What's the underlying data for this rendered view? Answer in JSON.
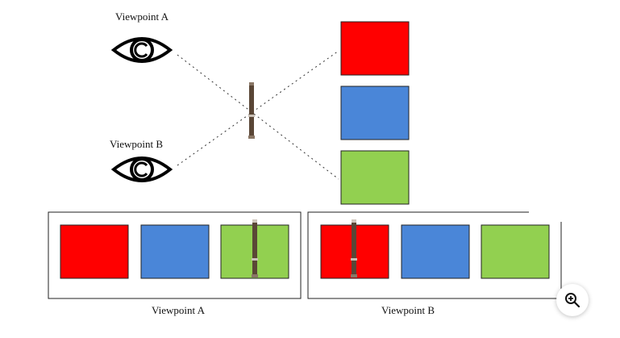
{
  "labels": {
    "top_viewpoint_a": "Viewpoint A",
    "top_viewpoint_b": "Viewpoint B",
    "caption_a": "Viewpoint A",
    "caption_b": "Viewpoint B"
  },
  "colors": {
    "red": "#ff0000",
    "blue": "#4a86d8",
    "green": "#92d050",
    "pole": "#5a4636",
    "outline": "#222222"
  },
  "icons": {
    "eye": "eye-icon",
    "pole": "pole-icon",
    "zoom": "zoom-in-icon"
  }
}
